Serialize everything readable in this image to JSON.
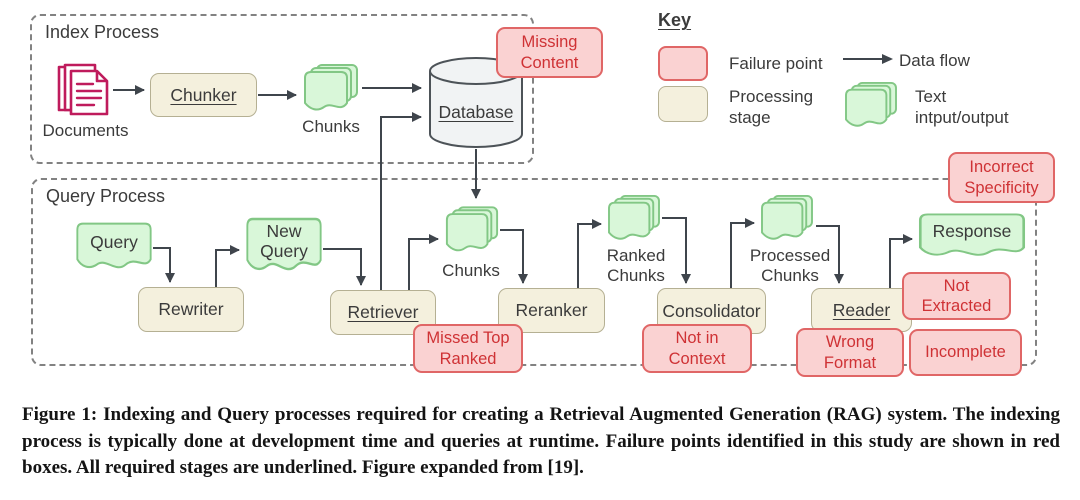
{
  "diagram": {
    "index_process": {
      "label": "Index Process"
    },
    "query_process": {
      "label": "Query Process"
    },
    "nodes": {
      "documents": {
        "label": "Documents"
      },
      "chunker": {
        "label": "Chunker",
        "underlined": true
      },
      "chunks_index": {
        "label": "Chunks"
      },
      "database": {
        "label": "Database",
        "underlined": true
      },
      "query": {
        "label": "Query"
      },
      "rewriter": {
        "label": "Rewriter"
      },
      "new_query": {
        "label": "New Query"
      },
      "retriever": {
        "label": "Retriever",
        "underlined": true
      },
      "chunks_query": {
        "label": "Chunks"
      },
      "reranker": {
        "label": "Reranker"
      },
      "ranked_chunks": {
        "label": "Ranked Chunks"
      },
      "consolidator": {
        "label": "Consolidator"
      },
      "processed_chunks": {
        "label": "Processed Chunks"
      },
      "reader": {
        "label": "Reader",
        "underlined": true
      },
      "response": {
        "label": "Response"
      }
    },
    "failure_points": {
      "missing_content": {
        "label": "Missing Content"
      },
      "missed_top_ranked": {
        "label": "Missed Top Ranked"
      },
      "not_in_context": {
        "label": "Not in Context"
      },
      "incorrect_specificity": {
        "label": "Incorrect Specificity"
      },
      "not_extracted": {
        "label": "Not Extracted"
      },
      "wrong_format": {
        "label": "Wrong Format"
      },
      "incomplete": {
        "label": "Incomplete"
      }
    },
    "key": {
      "title": "Key",
      "failure_point": "Failure point",
      "processing_stage": "Processing stage",
      "data_flow": "Data flow",
      "text_io": "Text intput/output"
    }
  },
  "colors": {
    "failure-fill": "#fad2d2",
    "failure-border": "#e06666",
    "failure-text": "#cf3235",
    "stage-fill": "#f4f0dd",
    "stage-border": "#b5b093",
    "io-fill": "#d9f7d9",
    "io-border": "#82c785",
    "documents-accent": "#bf1b5c",
    "arrow": "#3f454c",
    "dash": "#828282",
    "db-fill": "#f1f3f4",
    "db-border": "#4d5358"
  },
  "caption": {
    "text": "Figure 1: Indexing and Query processes required for creating a Retrieval Augmented Generation (RAG) system. The indexing process is typically done at development time and queries at runtime. Failure points identified in this study are shown in red boxes. All required stages are underlined. Figure expanded from [19]."
  }
}
